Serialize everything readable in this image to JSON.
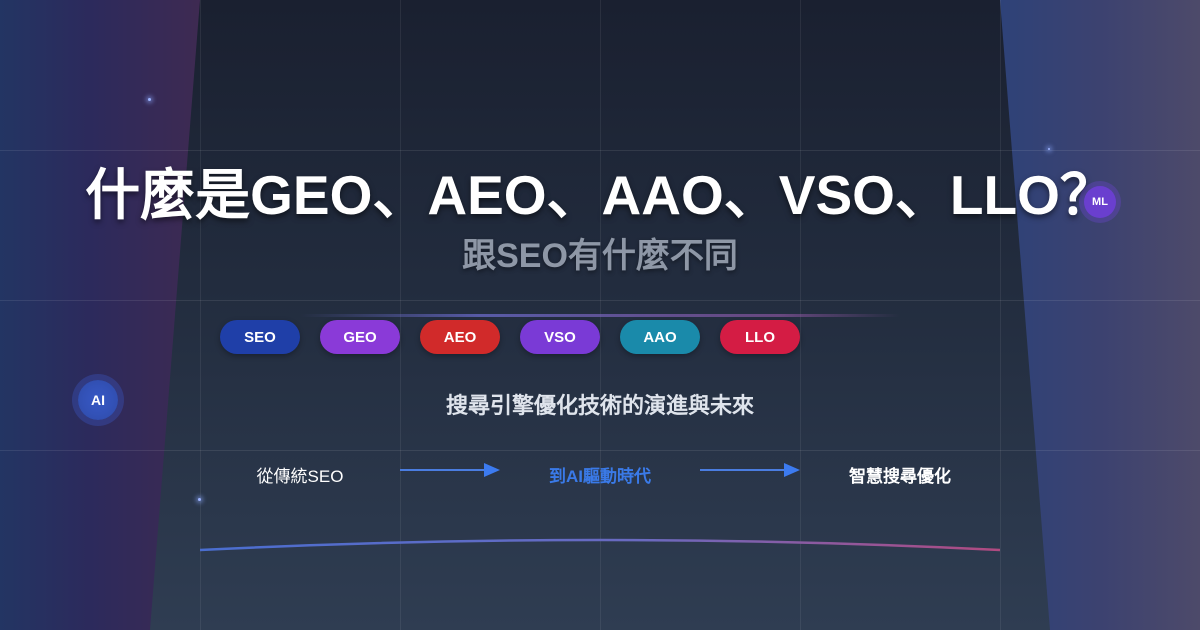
{
  "header": {
    "title": "什麼是GEO、AEO、AAO、VSO、LLO？",
    "subtitle": "跟SEO有什麼不同"
  },
  "tags": [
    {
      "label": "SEO",
      "color": "#1f3fa8"
    },
    {
      "label": "GEO",
      "color": "#8a3ad8"
    },
    {
      "label": "AEO",
      "color": "#d12a2a"
    },
    {
      "label": "VSO",
      "color": "#7a3ad6"
    },
    {
      "label": "AAO",
      "color": "#1a8aaa"
    },
    {
      "label": "LLO",
      "color": "#d41c44"
    }
  ],
  "tagline": "搜尋引擎優化技術的演進與未來",
  "flow": {
    "step1": "從傳統SEO",
    "step2": "到AI驅動時代",
    "step3": "智慧搜尋優化",
    "step2_color": "#3a7ae8",
    "arrow_color": "#3c7bf0"
  },
  "badges": {
    "ai": "AI",
    "ml": "ML"
  },
  "icons": [
    "arrow-right-icon",
    "ai-badge-icon",
    "ml-badge-icon"
  ]
}
